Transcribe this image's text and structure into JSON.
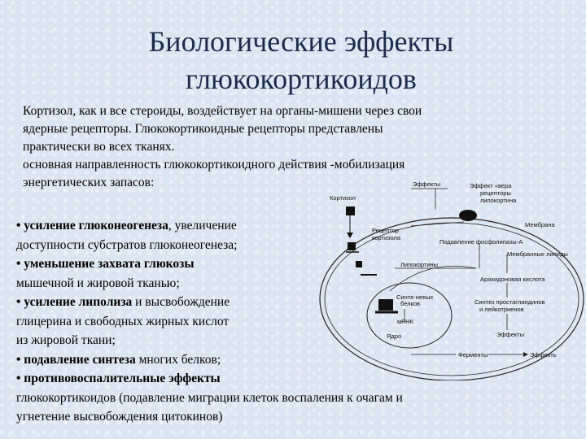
{
  "title": {
    "line1": "Биологические эффекты",
    "line2": "глюкокортикоидов"
  },
  "intro": {
    "line1": "Кортизол, как и все стероиды, воздействует на  органы-мишени через свои",
    "line2": "ядерные рецепторы. Глюкокортикоидные рецепторы представлены",
    "line3": "практически во всех тканях.",
    "line4": "основная направленность глюкокортикоидного действия -мобилизация",
    "line5": "энергетических запасов:"
  },
  "effects": {
    "e1_bold": "• усиление глюконеогенеза",
    "e1_rest": ",  увеличение",
    "e1_line2": "доступности субстратов глюконеогенеза;",
    "e2_bold": "• уменьшение захвата глюкозы",
    "e2_line2": "мышечной и жировой тканью;",
    "e3_prefix": "•  ",
    "e3_bold": "усиление липолиза",
    "e3_rest": " и высвобождение",
    "e3_line2": "глицерина и свободных жирных кислот",
    "e3_line3": "из жировой ткани;",
    "e4_bold": "• подавление синтеза",
    "e4_rest": " многих белков;",
    "e5_bold": "• противовоспалительные эффекты",
    "e5_line2": "глюкокортикоидов (подавление миграции клеток воспаления к очагам и",
    "e5_line3": "угнетение высвобождения цитокинов)"
  },
  "diagram": {
    "cortisol": "Кортизол",
    "effects_top": "Эффекты",
    "effect_via_1": "Эффект «вера",
    "effect_via_2": "рецепторы",
    "effect_via_3": "липокортина",
    "membrane": "Мембрана",
    "receptor_1": "Рецептор",
    "receptor_2": "кортизола",
    "phospholipase": "Подавление фосфолипазы-А",
    "membrane_lipids": "Мембранные липиды",
    "lipocortins": "Липокортины",
    "arachidonic": "Арахидоновая кислота",
    "protein_synth_1": "Синте-невых",
    "protein_synth_2": "белков",
    "prostaglandin_1": "Синтез простагландинов",
    "prostaglandin_2": "и лейкотриенов",
    "mrna": "мРНК",
    "nucleus": "Ядро",
    "effects_mid": "Эффекты",
    "enzymes": "Ферменты",
    "effect_bottom": "Эффекть"
  }
}
